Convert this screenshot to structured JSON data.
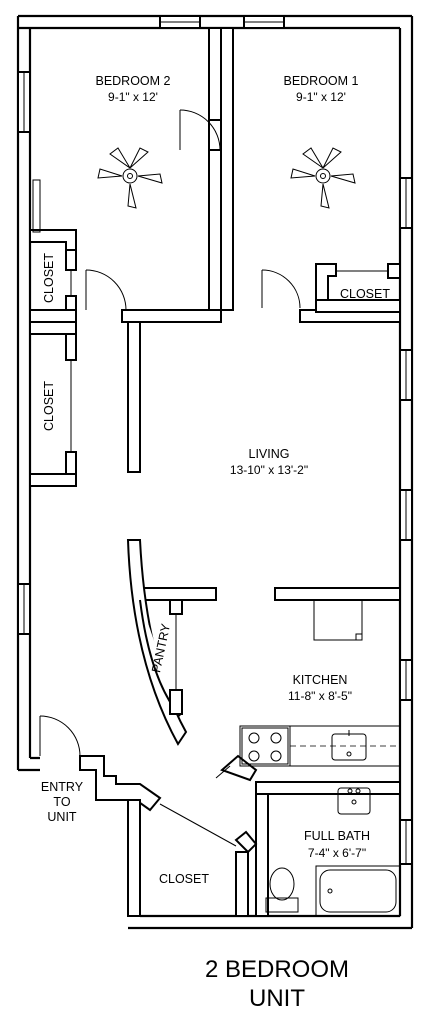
{
  "rooms": {
    "bedroom2": {
      "name": "BEDROOM 2",
      "dims": "9-1\" x 12'"
    },
    "bedroom1": {
      "name": "BEDROOM 1",
      "dims": "9-1\" x 12'"
    },
    "living": {
      "name": "LIVING",
      "dims": "13-10\" x 13'-2\""
    },
    "kitchen": {
      "name": "KITCHEN",
      "dims": "11-8\" x 8'-5\""
    },
    "bath": {
      "name": "FULL BATH",
      "dims": "7-4\" x 6'-7\""
    }
  },
  "closets": {
    "bed2_small": "CLOSET",
    "bed2_large": "CLOSET",
    "bed1": "CLOSET",
    "entry": "CLOSET"
  },
  "pantry": "PANTRY",
  "entry": {
    "line1": "ENTRY",
    "line2": "TO",
    "line3": "UNIT"
  },
  "title": {
    "line1": "2 BEDROOM",
    "line2": "UNIT"
  }
}
